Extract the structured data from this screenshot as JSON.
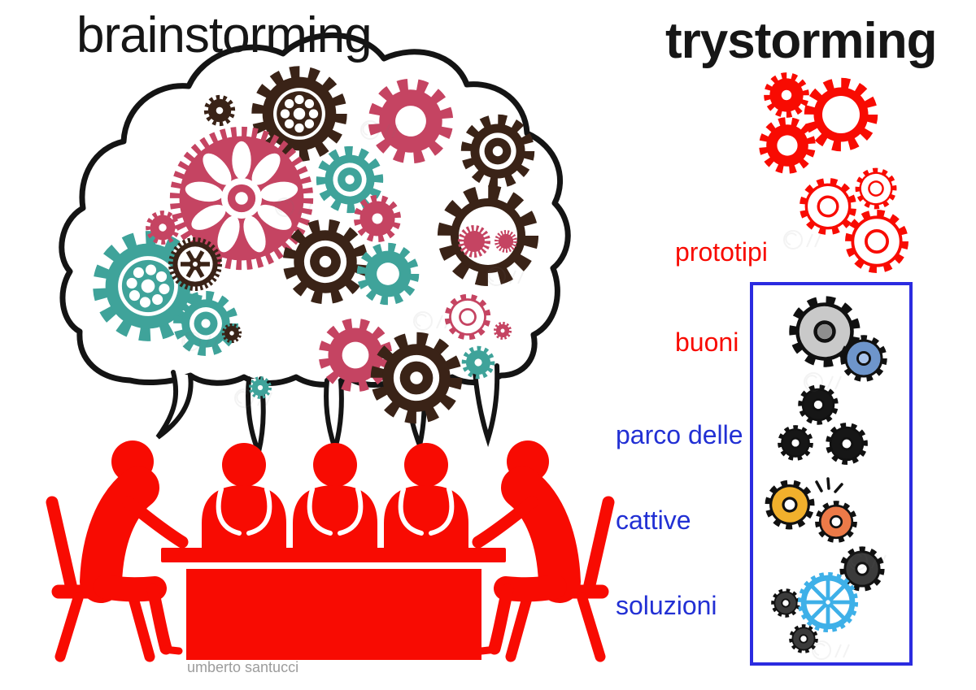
{
  "titles": {
    "left": "brainstorming",
    "right": "trystorming"
  },
  "labels": {
    "prototipi": [
      "prototipi",
      "buoni"
    ],
    "parco": [
      "parco delle",
      "cattive",
      "soluzioni"
    ],
    "credit": "umberto santucci"
  },
  "colors": {
    "red": "#f80b02",
    "crimson": "#c54462",
    "teal": "#3fa39a",
    "brown": "#3a2317",
    "blue": "#2230d4",
    "boxborder": "#2b2be0",
    "credit": "#9c9c9c",
    "yellow": "#f1b02c",
    "orange": "#ec7a48",
    "lightblue": "#3eb0e8",
    "steelblue": "#6e95cb",
    "graygear": "#c9c9c9",
    "darkgray": "#3b3b3b",
    "black": "#161616",
    "ink": "#111111"
  }
}
